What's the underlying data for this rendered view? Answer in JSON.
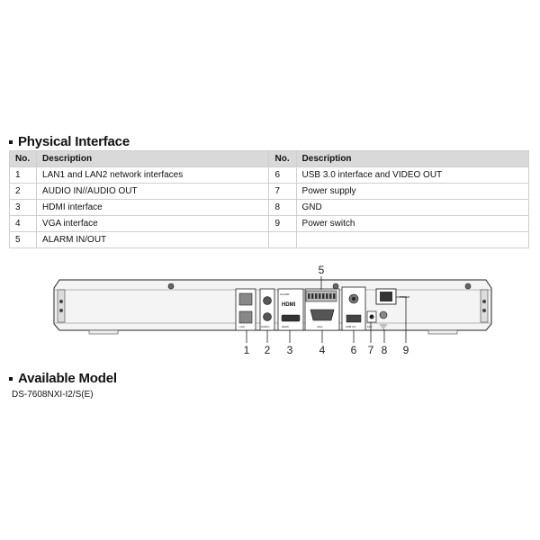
{
  "physical_interface": {
    "title": "Physical Interface",
    "headers": {
      "no": "No.",
      "description": "Description"
    },
    "rows": [
      {
        "no_left": "1",
        "desc_left": "LAN1  and LAN2  network interfaces",
        "no_right": "6",
        "desc_right": "USB 3.0 interface and  VIDEO OUT"
      },
      {
        "no_left": "2",
        "desc_left": "AUDIO IN//AUDIO OUT",
        "no_right": "7",
        "desc_right": "Power supply"
      },
      {
        "no_left": "3",
        "desc_left": "HDMI interface",
        "no_right": "8",
        "desc_right": "GND"
      },
      {
        "no_left": "4",
        "desc_left": "VGA interface",
        "no_right": "9",
        "desc_right": "Power switch"
      },
      {
        "no_left": "5",
        "desc_left": "ALARM  IN/OUT",
        "no_right": "",
        "desc_right": ""
      }
    ]
  },
  "device_diagram": {
    "callouts": [
      "1",
      "2",
      "3",
      "4",
      "5",
      "6",
      "7",
      "8",
      "9"
    ],
    "port_labels": {
      "alarm": "ALARM",
      "hdmi": "HDMI",
      "power": "POWER",
      "lan": "LAN",
      "audio": "AUDIO",
      "vga": "VGA",
      "usb": "USB 3.0",
      "dc": "12V"
    }
  },
  "available_model": {
    "title": "Available Model",
    "model": "DS-7608NXI-I2/S(E)"
  }
}
